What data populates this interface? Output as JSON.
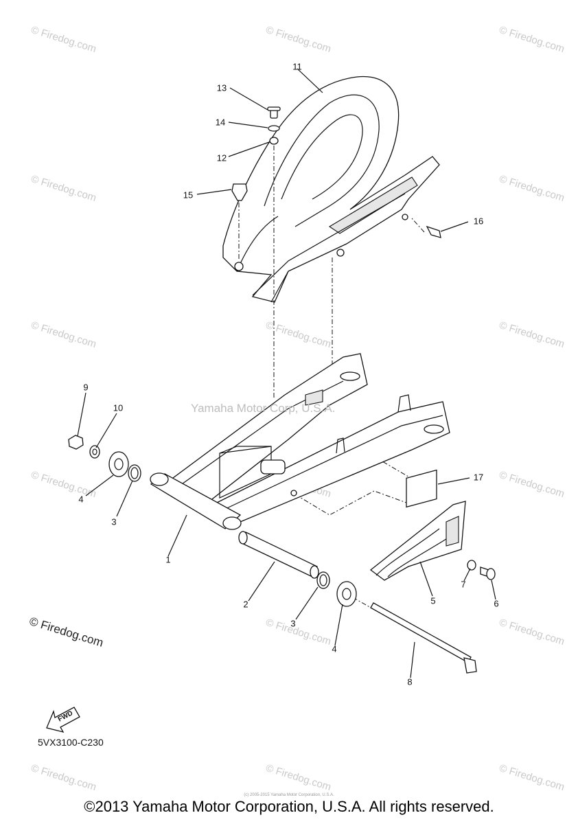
{
  "watermark_text": "© Firedog.com",
  "center_watermark": "Yamaha Motor Corp, U.S.A.",
  "corner_watermark": "© Firedog.com",
  "diagram_code": "5VX3100-C230",
  "fwd_label": "FWD",
  "copyright": "©2013 Yamaha Motor Corporation, U.S.A. All rights reserved.",
  "small_print": "(c) 2005-2015 Yamaha Motor Corporation, U.S.A.",
  "callouts": [
    {
      "id": "1",
      "label": "1"
    },
    {
      "id": "2",
      "label": "2"
    },
    {
      "id": "3a",
      "label": "3"
    },
    {
      "id": "3b",
      "label": "3"
    },
    {
      "id": "4a",
      "label": "4"
    },
    {
      "id": "4b",
      "label": "4"
    },
    {
      "id": "5",
      "label": "5"
    },
    {
      "id": "6",
      "label": "6"
    },
    {
      "id": "7",
      "label": "7"
    },
    {
      "id": "8",
      "label": "8"
    },
    {
      "id": "9",
      "label": "9"
    },
    {
      "id": "10",
      "label": "10"
    },
    {
      "id": "11",
      "label": "11"
    },
    {
      "id": "12",
      "label": "12"
    },
    {
      "id": "13",
      "label": "13"
    },
    {
      "id": "14",
      "label": "14"
    },
    {
      "id": "15",
      "label": "15"
    },
    {
      "id": "16",
      "label": "16"
    },
    {
      "id": "17",
      "label": "17"
    }
  ]
}
